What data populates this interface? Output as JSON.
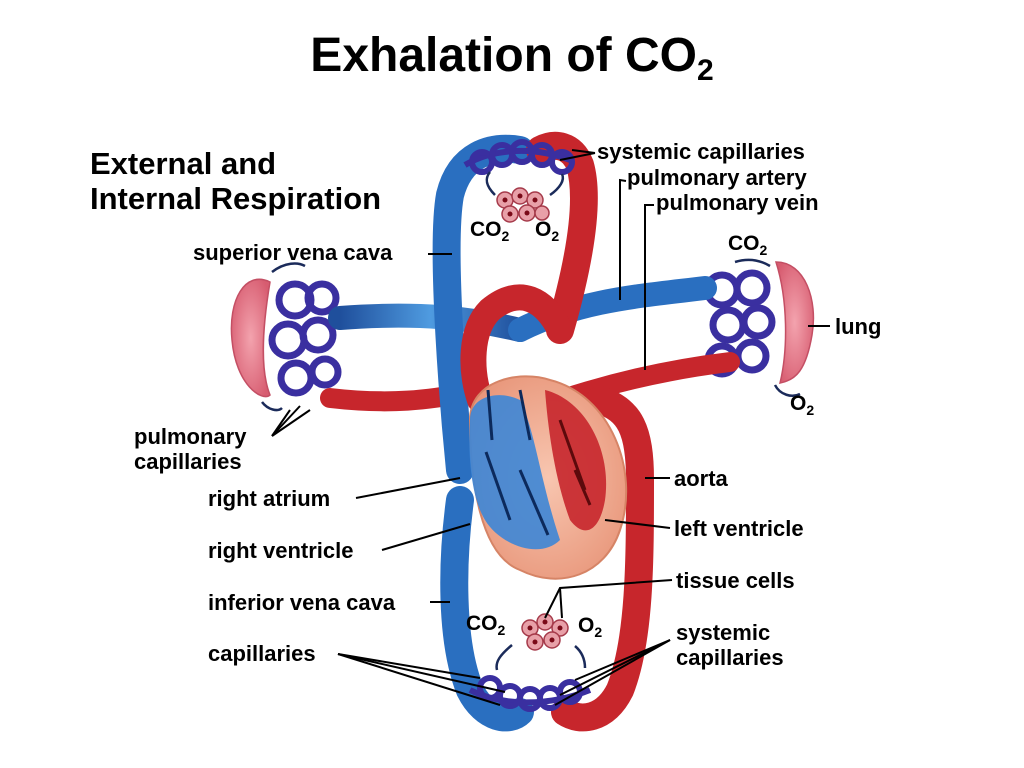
{
  "title": {
    "main": "Exhalation of CO",
    "subscript": "2"
  },
  "heading": {
    "line1": "External and",
    "line2": "Internal Respiration"
  },
  "labels": {
    "systemic_capillaries_top": "systemic capillaries",
    "pulmonary_artery": "pulmonary artery",
    "pulmonary_vein": "pulmonary vein",
    "superior_vena_cava": "superior vena cava",
    "lung": "lung",
    "pulmonary_capillaries_1": "pulmonary",
    "pulmonary_capillaries_2": "capillaries",
    "right_atrium": "right atrium",
    "aorta": "aorta",
    "left_ventricle": "left ventricle",
    "right_ventricle": "right ventricle",
    "tissue_cells": "tissue cells",
    "inferior_vena_cava": "inferior vena cava",
    "capillaries": "capillaries",
    "systemic_capillaries_bottom_1": "systemic",
    "systemic_capillaries_bottom_2": "capillaries"
  },
  "gases": {
    "co2": "CO",
    "o2": "O",
    "sub": "2"
  },
  "colors": {
    "deoxygenated": "#2a6fc0",
    "oxygenated": "#c7262c",
    "capillary_net": "#3a2fa0",
    "lung_tissue": "#e07a8a",
    "heart_tissue": "#f2b49a"
  }
}
